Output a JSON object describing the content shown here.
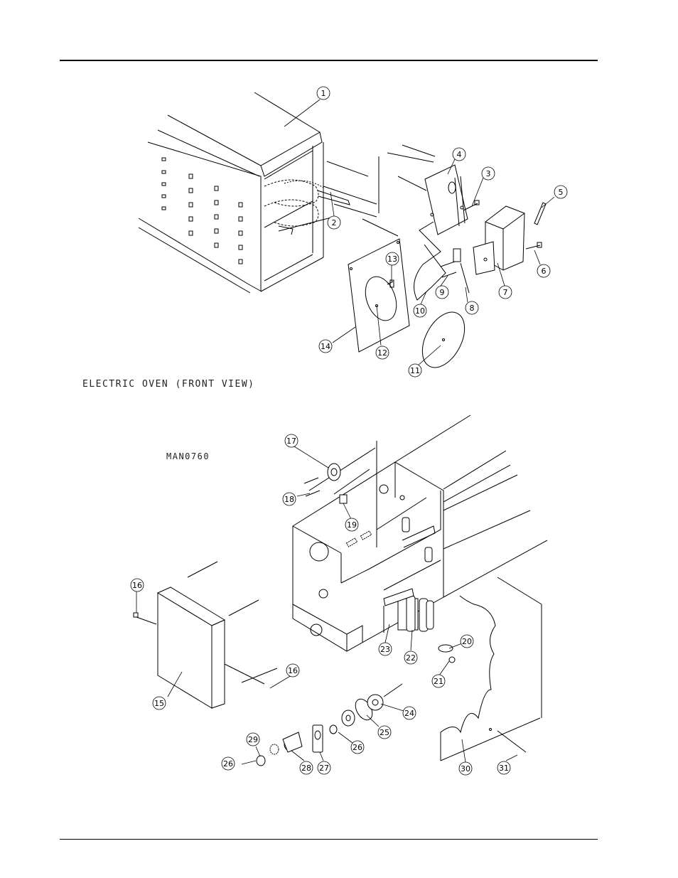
{
  "captions": {
    "front_view": "ELECTRIC OVEN (FRONT VIEW)",
    "drawing_code": "MAN0760"
  },
  "callouts": {
    "c1": "1",
    "c2": "2",
    "c3": "3",
    "c4": "4",
    "c5": "5",
    "c6": "6",
    "c7": "7",
    "c8": "8",
    "c9": "9",
    "c10": "10",
    "c11": "11",
    "c12": "12",
    "c13": "13",
    "c14": "14",
    "c15": "15",
    "c16a": "16",
    "c16b": "16",
    "c17": "17",
    "c18": "18",
    "c19": "19",
    "c20": "20",
    "c21": "21",
    "c22": "22",
    "c23": "23",
    "c24": "24",
    "c25": "25",
    "c26a": "26",
    "c26b": "26",
    "c27": "27",
    "c28": "28",
    "c29": "29",
    "c30": "30",
    "c31": "31"
  }
}
